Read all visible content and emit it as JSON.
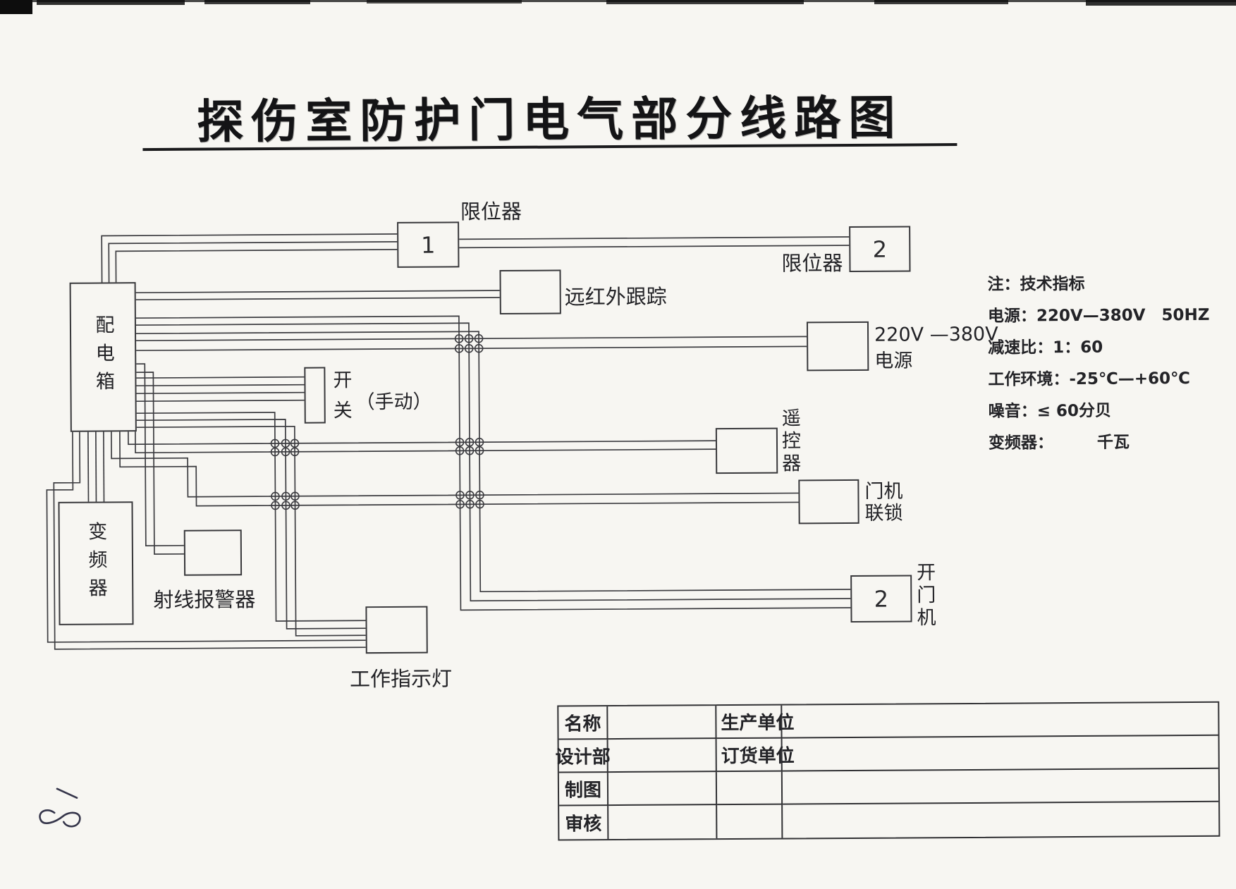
{
  "title": {
    "text": "探伤室防护门电气部分线路图"
  },
  "boxes": {
    "peidianxiang": {
      "label": "配电箱"
    },
    "bianpinqi": {
      "label": "变频器"
    },
    "limit1": {
      "number": "1",
      "label": "限位器"
    },
    "limit2": {
      "number": "2",
      "label": "限位器"
    },
    "yuanhongwai": {
      "label": "远红外跟踪"
    },
    "power": {
      "label_volt": "220V —380V",
      "label_source": "电源"
    },
    "kaiguan": {
      "label": "开关",
      "sub": "（手动）"
    },
    "yaokongqi": {
      "label": "遥控器"
    },
    "menjiliansuo": {
      "line1": "门机",
      "line2": "联锁"
    },
    "kaimenji": {
      "number": "2",
      "label": "开门机"
    },
    "shexianbaojingqi": {
      "label": "射线报警器"
    },
    "gongzuozhishideng": {
      "label": "工作指示灯"
    }
  },
  "notes": {
    "line1": "注：技术指标",
    "line2": "电源：220V—380V　50HZ",
    "line3": "减速比：1：60",
    "line4": "工作环境：-25℃—+60℃",
    "line5": "噪音：≤ 60分贝",
    "line6_label": "变频器：",
    "line6_value": "千瓦"
  },
  "table": {
    "rows": [
      {
        "c1": "名称",
        "c2": "",
        "c3": "生产单位",
        "c4": ""
      },
      {
        "c1": "设计部",
        "c2": "",
        "c3": "订货单位",
        "c4": ""
      },
      {
        "c1": "制图",
        "c2": "",
        "c3": "",
        "c4": ""
      },
      {
        "c1": "审核",
        "c2": "",
        "c3": "",
        "c4": ""
      }
    ]
  },
  "handwriting": {
    "page_mark": "8"
  }
}
